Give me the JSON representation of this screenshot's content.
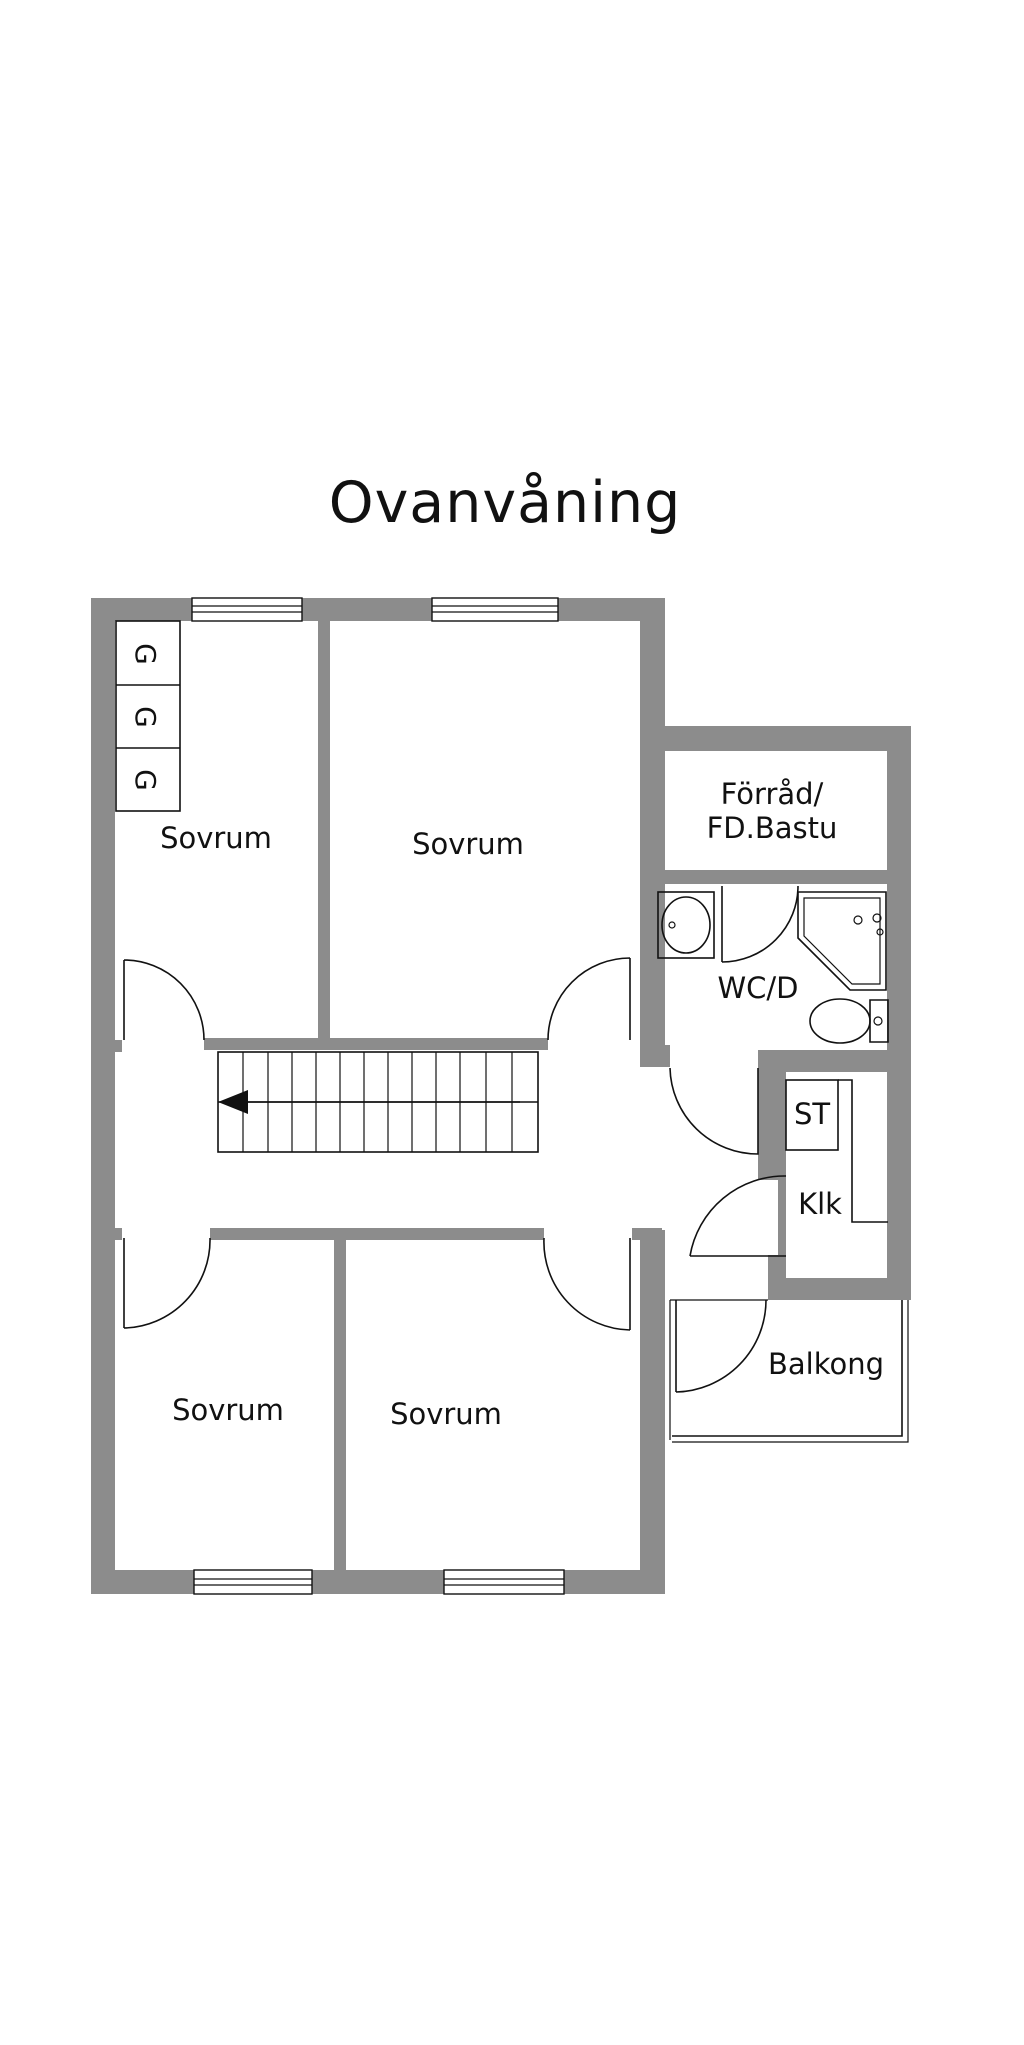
{
  "title": "Ovanvåning",
  "colors": {
    "wall": "#8c8c8c",
    "line": "#111111",
    "background": "#ffffff"
  },
  "rooms": {
    "bedroom_top_left": "Sovrum",
    "bedroom_top_middle": "Sovrum",
    "bedroom_bottom_left": "Sovrum",
    "bedroom_bottom_middle": "Sovrum",
    "storage": "Förråd/",
    "storage_line2": "FD.Bastu",
    "wc": "WC/D",
    "st": "ST",
    "closet": "Klk",
    "balcony": "Balkong"
  },
  "wardrobe": {
    "marks": [
      "G",
      "G",
      "G"
    ]
  }
}
